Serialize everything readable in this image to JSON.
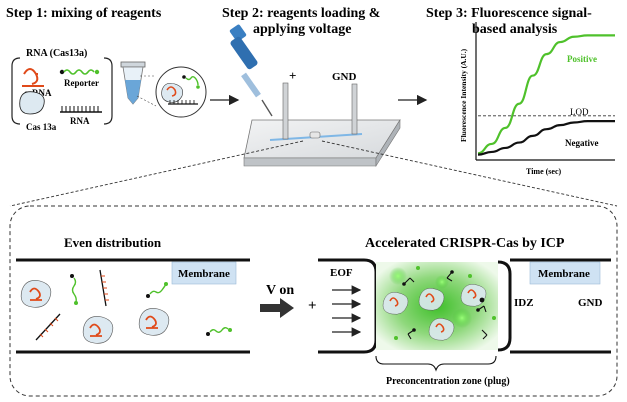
{
  "steps": {
    "step1": "Step 1: mixing of reagents",
    "step2_line1": "Step 2: reagents loading &",
    "step2_line2": "applying voltage",
    "step3_line1": "Step 3: Fluorescence signal-",
    "step3_line2": "based analysis"
  },
  "reagents": {
    "title": "RNA (Cas13a)",
    "crrna": "crRNA",
    "reporter": "Reporter",
    "rna": "RNA",
    "cas": "Cas 13a"
  },
  "device": {
    "plus": "+",
    "gnd": "GND"
  },
  "chart_data": {
    "type": "line",
    "title": "",
    "xlabel": "Time (sec)",
    "ylabel": "Fluorescence Intensity (A.U.)",
    "xlim": [
      0,
      10
    ],
    "ylim": [
      0,
      10
    ],
    "lod_value": 3.3,
    "lod_label": "LOD",
    "series": [
      {
        "name": "Positive",
        "color": "#4fc12b",
        "x": [
          0,
          1,
          2,
          3,
          4,
          5,
          6,
          7,
          8,
          9,
          10
        ],
        "y": [
          0.5,
          1.2,
          2.4,
          4.2,
          6.3,
          7.9,
          8.8,
          9.2,
          9.3,
          9.3,
          9.3
        ]
      },
      {
        "name": "Negative",
        "color": "#111111",
        "x": [
          0,
          1,
          2,
          3,
          4,
          5,
          6,
          7,
          8,
          9,
          10
        ],
        "y": [
          0.4,
          0.6,
          0.9,
          1.3,
          1.8,
          2.3,
          2.6,
          2.8,
          2.9,
          2.9,
          2.9
        ]
      }
    ]
  },
  "detail": {
    "left_title": "Even distribution",
    "right_title": "Accelerated CRISPR-Cas by ICP",
    "membrane": "Membrane",
    "v_on": "V on",
    "plus": "+",
    "eof": "EOF",
    "idz": "IDZ",
    "gnd": "GND",
    "zone": "Preconcentration zone (plug)"
  },
  "colors": {
    "accent_green": "#4fc12b",
    "rna_red": "#e04a1a",
    "membrane_fill": "#cfe2f3",
    "cas_fill": "#dde9f1"
  }
}
